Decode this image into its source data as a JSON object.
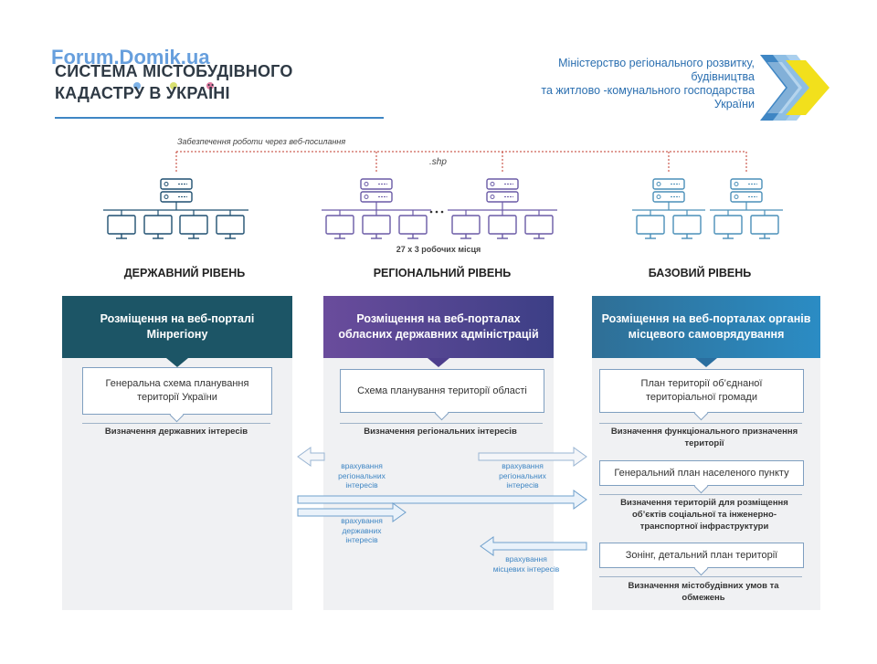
{
  "title": {
    "line1": "СИСТЕМА МІСТОБУДІВНОГО",
    "line2": "КАДАСТРУ В УКРАЇНІ"
  },
  "watermark": "Forum.Domik.ua",
  "ministry": {
    "line1": "Міністерство регіонального розвитку,",
    "line2": "будівництва",
    "line3": "та  житлово -комунального господарства",
    "line4": "України"
  },
  "network": {
    "web_note": "Забезпечення роботи через веб-посилання",
    "shp": ".shp",
    "seats": "27 х 3 робочих місця"
  },
  "colors": {
    "state": "#1c5566",
    "regional": "#4e3f8d",
    "base": "#2a6fa0",
    "accent": "#3f86c4",
    "logo_yellow": "#f2e01c"
  },
  "columns": [
    {
      "level": "ДЕРЖАВНИЙ РІВЕНЬ",
      "header": "Розміщення на веб-порталі Мінрегіону",
      "docs": [
        {
          "text": "Генеральна схема планування території України",
          "purpose": "Визначення державних інтересів"
        }
      ]
    },
    {
      "level": "РЕГІОНАЛЬНИЙ РІВЕНЬ",
      "header": "Розміщення на веб-порталах обласних державних адміністрацій",
      "docs": [
        {
          "text": "Схема планування території області",
          "purpose": "Визначення регіональних інтересів"
        }
      ]
    },
    {
      "level": "БАЗОВИЙ РІВЕНЬ",
      "header": "Розміщення на веб-порталах органів місцевого самоврядування",
      "docs": [
        {
          "text": "План території об’єднаної територіальної громади",
          "purpose": "Визначення функціонального призначення території"
        },
        {
          "text": "Генеральний план населеного пункту",
          "purpose": "Визначення територій для розміщення об’єктів соціальної та інженерно-транспортної інфраструктури"
        },
        {
          "text": "Зонінг, детальний план території",
          "purpose": "Визначення містобудівних умов та обмежень"
        }
      ]
    }
  ],
  "flows": {
    "regional_to_state": "врахування регіональних інтересів",
    "regional_to_base": "врахування регіональних інтересів",
    "state_interests": "врахування державних інтересів",
    "local_interests": "врахування місцевих інтересів"
  }
}
